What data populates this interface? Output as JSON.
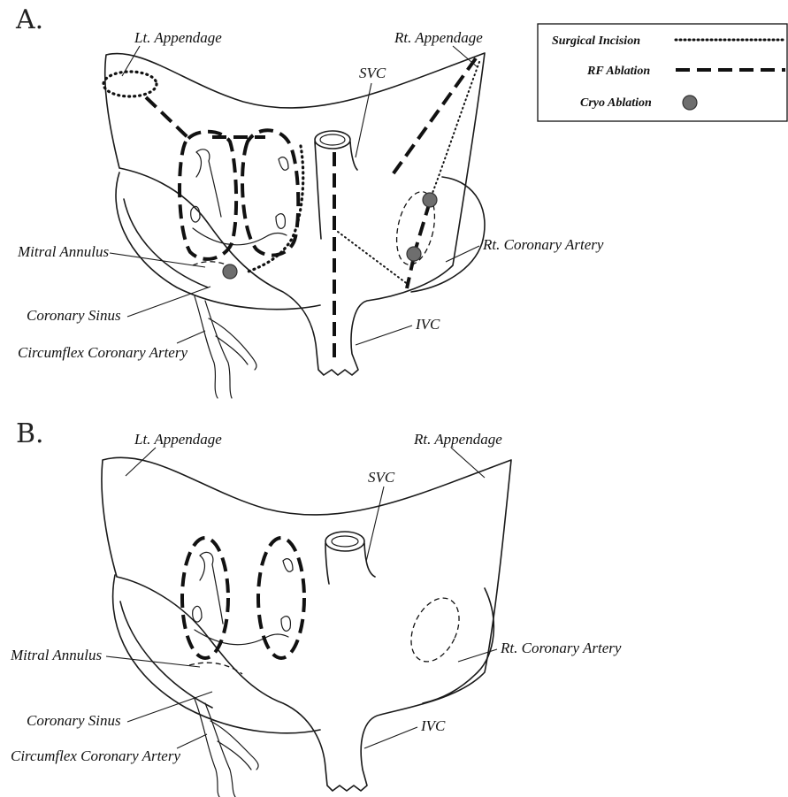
{
  "panels": [
    {
      "letter": "A.",
      "labels": {
        "lt_appendage": "Lt. Appendage",
        "rt_appendage": "Rt. Appendage",
        "svc": "SVC",
        "ivc": "IVC",
        "mitral_annulus": "Mitral Annulus",
        "coronary_sinus": "Coronary Sinus",
        "circumflex": "Circumflex Coronary Artery",
        "rt_coronary": "Rt. Coronary Artery"
      }
    },
    {
      "letter": "B.",
      "labels": {
        "lt_appendage": "Lt. Appendage",
        "rt_appendage": "Rt. Appendage",
        "svc": "SVC",
        "ivc": "IVC",
        "mitral_annulus": "Mitral Annulus",
        "coronary_sinus": "Coronary Sinus",
        "circumflex": "Circumflex Coronary Artery",
        "rt_coronary": "Rt. Coronary Artery"
      }
    }
  ],
  "legend": {
    "items": [
      {
        "label": "Surgical Incision",
        "style": "dotted"
      },
      {
        "label": "RF Ablation",
        "style": "dashed"
      },
      {
        "label": "Cryo Ablation",
        "style": "dot"
      }
    ]
  },
  "colors": {
    "line": "#1a1a1a",
    "cryo_fill": "#6e6e6e",
    "background": "#ffffff"
  }
}
